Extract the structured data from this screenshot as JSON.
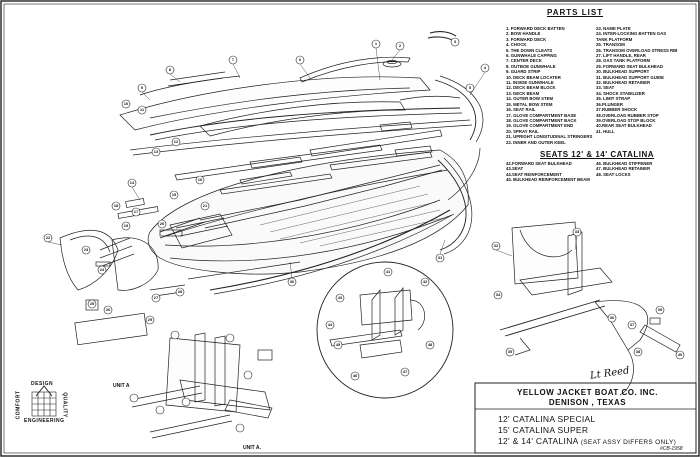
{
  "parts_list": {
    "title": "PARTS LIST",
    "left": [
      "1. FORWARD DECK BATTEN",
      "2. BOW HANDLE",
      "3. FORWARD DECK",
      "4. CHOCK",
      "5. THE DOWN CLEATS",
      "6. GUNWHALE CAPPING",
      "7. CENTER DECK",
      "8. OUTBOE GUNWHALE",
      "9. GUARD STRIP",
      "10. DECK BEAM LOCATER",
      "11. INSIDE GUNWHALE",
      "12. DECK BEAM BLOCK",
      "13. DECK BEAM",
      "14. OUTER BOW STEM",
      "15. METAL BOW STEM",
      "16. SEAT RAIL",
      "17. GLOVE COMPARTMENT BASE",
      "18. GLOVE COMPARTMENT BACK",
      "19. GLOVE COMPARTMENT END",
      "20. SPRAY RAIL",
      "21. UPRIGHT LONGITUDINAL STRINGERS",
      "22. INNER AND OUTER KEEL"
    ],
    "right": [
      "23. NAME PLATE",
      "24. INTER-LOCKING BATTEN GAS",
      "    TANK PLATFORM",
      "25. TRANSOM",
      "26. TRANSOM OVERLOAD STRESS RIB",
      "27. LIFT HANDLE, REAR",
      "28. GAS TANK PLATFORM",
      "29. FORWARD SEAT BULKHEAD",
      "30. BULKHEAD SUPPORT",
      "31. BULKHEAD SUPPORT GUIDE",
      "32. BULKHEAD RETAINER",
      "33. SEAT",
      "34. SHOCK STABILIZER",
      "35. LIMIT STRAP",
      "36.PLUNGER",
      "37.RUBBER SHOCK",
      "38.OVERLOAD RUBBER STOP",
      "39.OVERLOAD STOP BLOCK",
      "40.REAR SEAT BULKHEAD",
      "41. HULL"
    ]
  },
  "seats_list": {
    "title": "SEATS 12' & 14' CATALINA",
    "left": [
      "42.FORWARD SEAT BULKHEAD",
      "43.SEAT",
      "44.SEAT REINFORCEMENT",
      "45. BULKHEAD REINFORCEMENT BEAM"
    ],
    "right": [
      "46. BULKHEAD STIFFENER",
      "47. BULKHEAD RETAINER",
      "48. SEAT LOCKS"
    ]
  },
  "title_block": {
    "company": "YELLOW JACKET BOAT CO. INC.",
    "city": "DENISON , TEXAS",
    "line1": "12' CATALINA   SPECIAL",
    "line2": "15' CATALINA   SUPER",
    "line3": "12' & 14' CATALINA",
    "line3_note": "(SEAT ASSY DIFFERS ONLY)",
    "drawing_no": "#CB-1958"
  },
  "logo": {
    "top": "DESIGN",
    "left": "COMFORT",
    "right": "QUALITY",
    "bottom": "ENGINEERING"
  },
  "unit_labels": [
    "UNIT A",
    "UNIT A."
  ],
  "callouts": {
    "main": [
      "1",
      "2",
      "3",
      "4",
      "5",
      "6",
      "7",
      "8",
      "9",
      "10",
      "11",
      "12",
      "13",
      "14",
      "15",
      "16",
      "17",
      "18",
      "19",
      "20",
      "21",
      "22",
      "23",
      "24",
      "25",
      "26",
      "27",
      "28",
      "29",
      "30",
      "31"
    ],
    "seat_detail": [
      "32",
      "33",
      "34",
      "35",
      "36",
      "37",
      "38",
      "39",
      "40"
    ],
    "circle_detail": [
      "41",
      "42",
      "43",
      "44",
      "45",
      "46",
      "47",
      "48"
    ]
  }
}
